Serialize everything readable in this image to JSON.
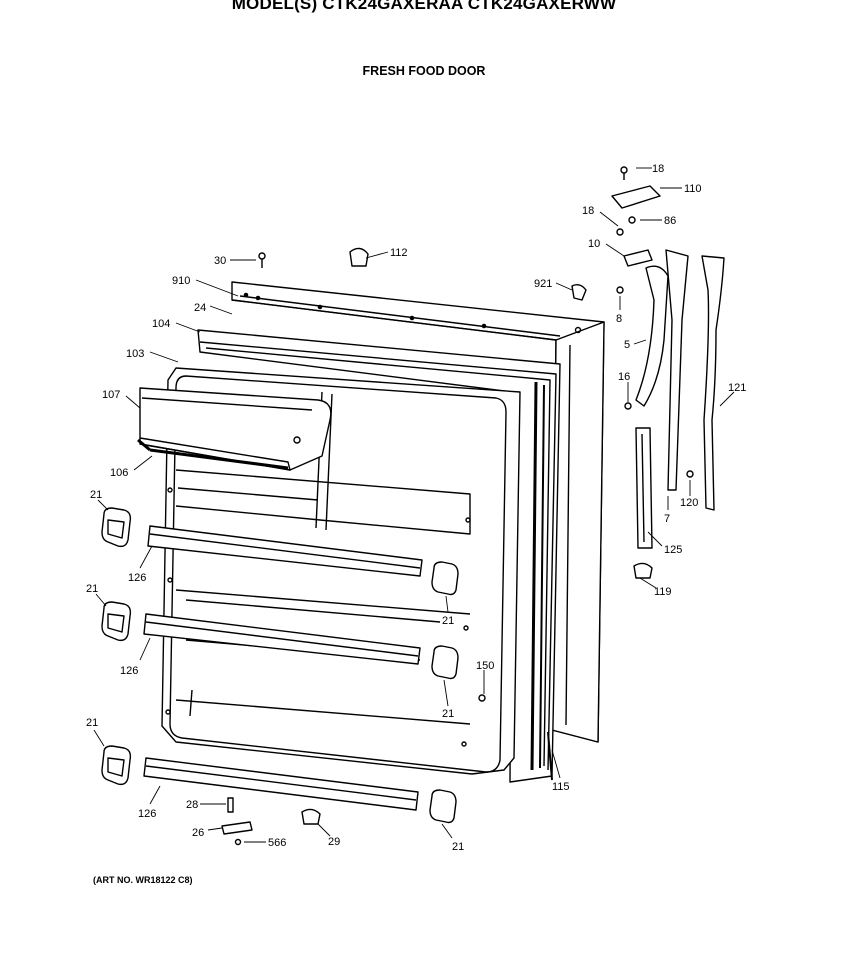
{
  "header": {
    "model_line": "MODEL(S) CTK24GAXERAA  CTK24GAXERWW",
    "section": "FRESH FOOD DOOR"
  },
  "footer": {
    "art_no": "(ART NO. WR18122 C8)"
  },
  "callouts": {
    "c18a": "18",
    "c110": "110",
    "c18b": "18",
    "c86": "86",
    "c10": "10",
    "c30": "30",
    "c112": "112",
    "c910": "910",
    "c921": "921",
    "c24": "24",
    "c8": "8",
    "c104": "104",
    "c103": "103",
    "c5": "5",
    "c121": "121",
    "c107": "107",
    "c16": "16",
    "c106": "106",
    "c21a": "21",
    "c120": "120",
    "c7": "7",
    "c125": "125",
    "c126a": "126",
    "c119": "119",
    "c21b": "21",
    "c21c": "21",
    "c150": "150",
    "c126b": "126",
    "c21d": "21",
    "c21e": "21",
    "c115": "115",
    "c28": "28",
    "c126c": "126",
    "c26": "26",
    "c566": "566",
    "c29": "29",
    "c21f": "21"
  }
}
